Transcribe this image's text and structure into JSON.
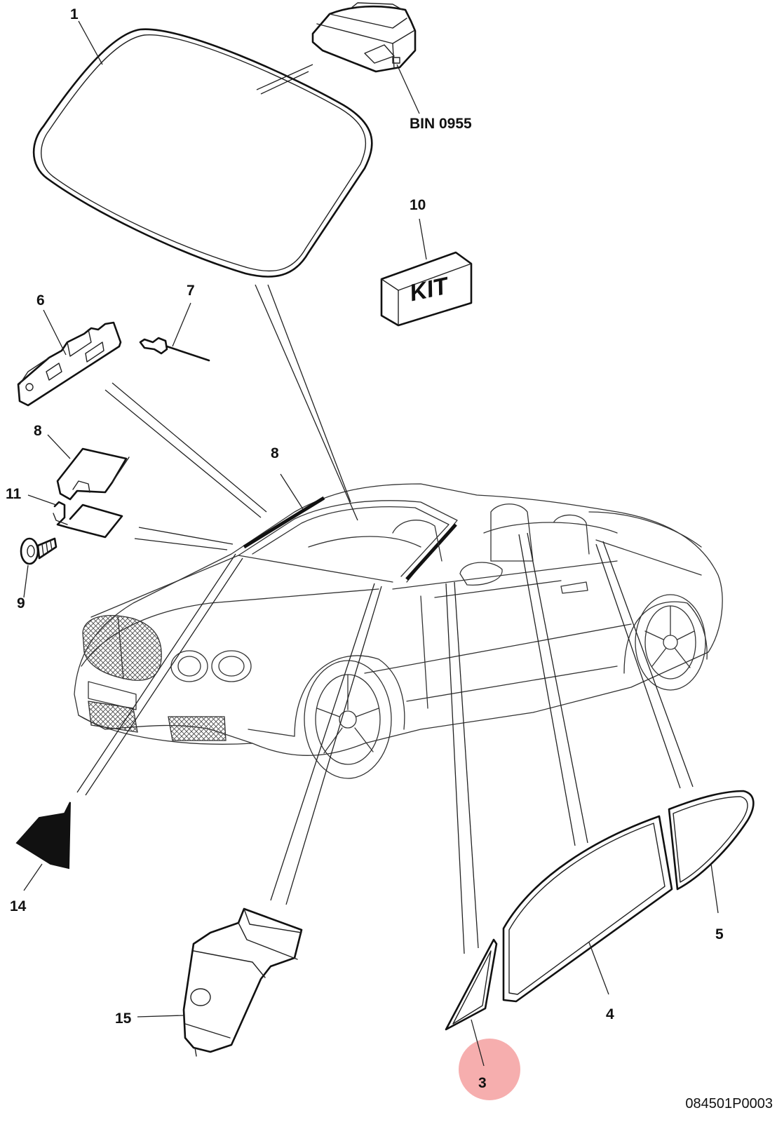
{
  "diagram": {
    "drawing_number": "084501P0003",
    "highlight_color": "#f4a0a0",
    "callouts": [
      {
        "id": "c1",
        "text": "1"
      },
      {
        "id": "cbin",
        "text": "BIN 0955"
      },
      {
        "id": "c10",
        "text": "10"
      },
      {
        "id": "ckit",
        "text": "KIT"
      },
      {
        "id": "c6",
        "text": "6"
      },
      {
        "id": "c7",
        "text": "7"
      },
      {
        "id": "c8a",
        "text": "8"
      },
      {
        "id": "c8b",
        "text": "8"
      },
      {
        "id": "c11",
        "text": "11"
      },
      {
        "id": "c9",
        "text": "9"
      },
      {
        "id": "c14",
        "text": "14"
      },
      {
        "id": "c5",
        "text": "5"
      },
      {
        "id": "c15",
        "text": "15"
      },
      {
        "id": "c4",
        "text": "4"
      },
      {
        "id": "c3",
        "text": "3"
      }
    ]
  }
}
